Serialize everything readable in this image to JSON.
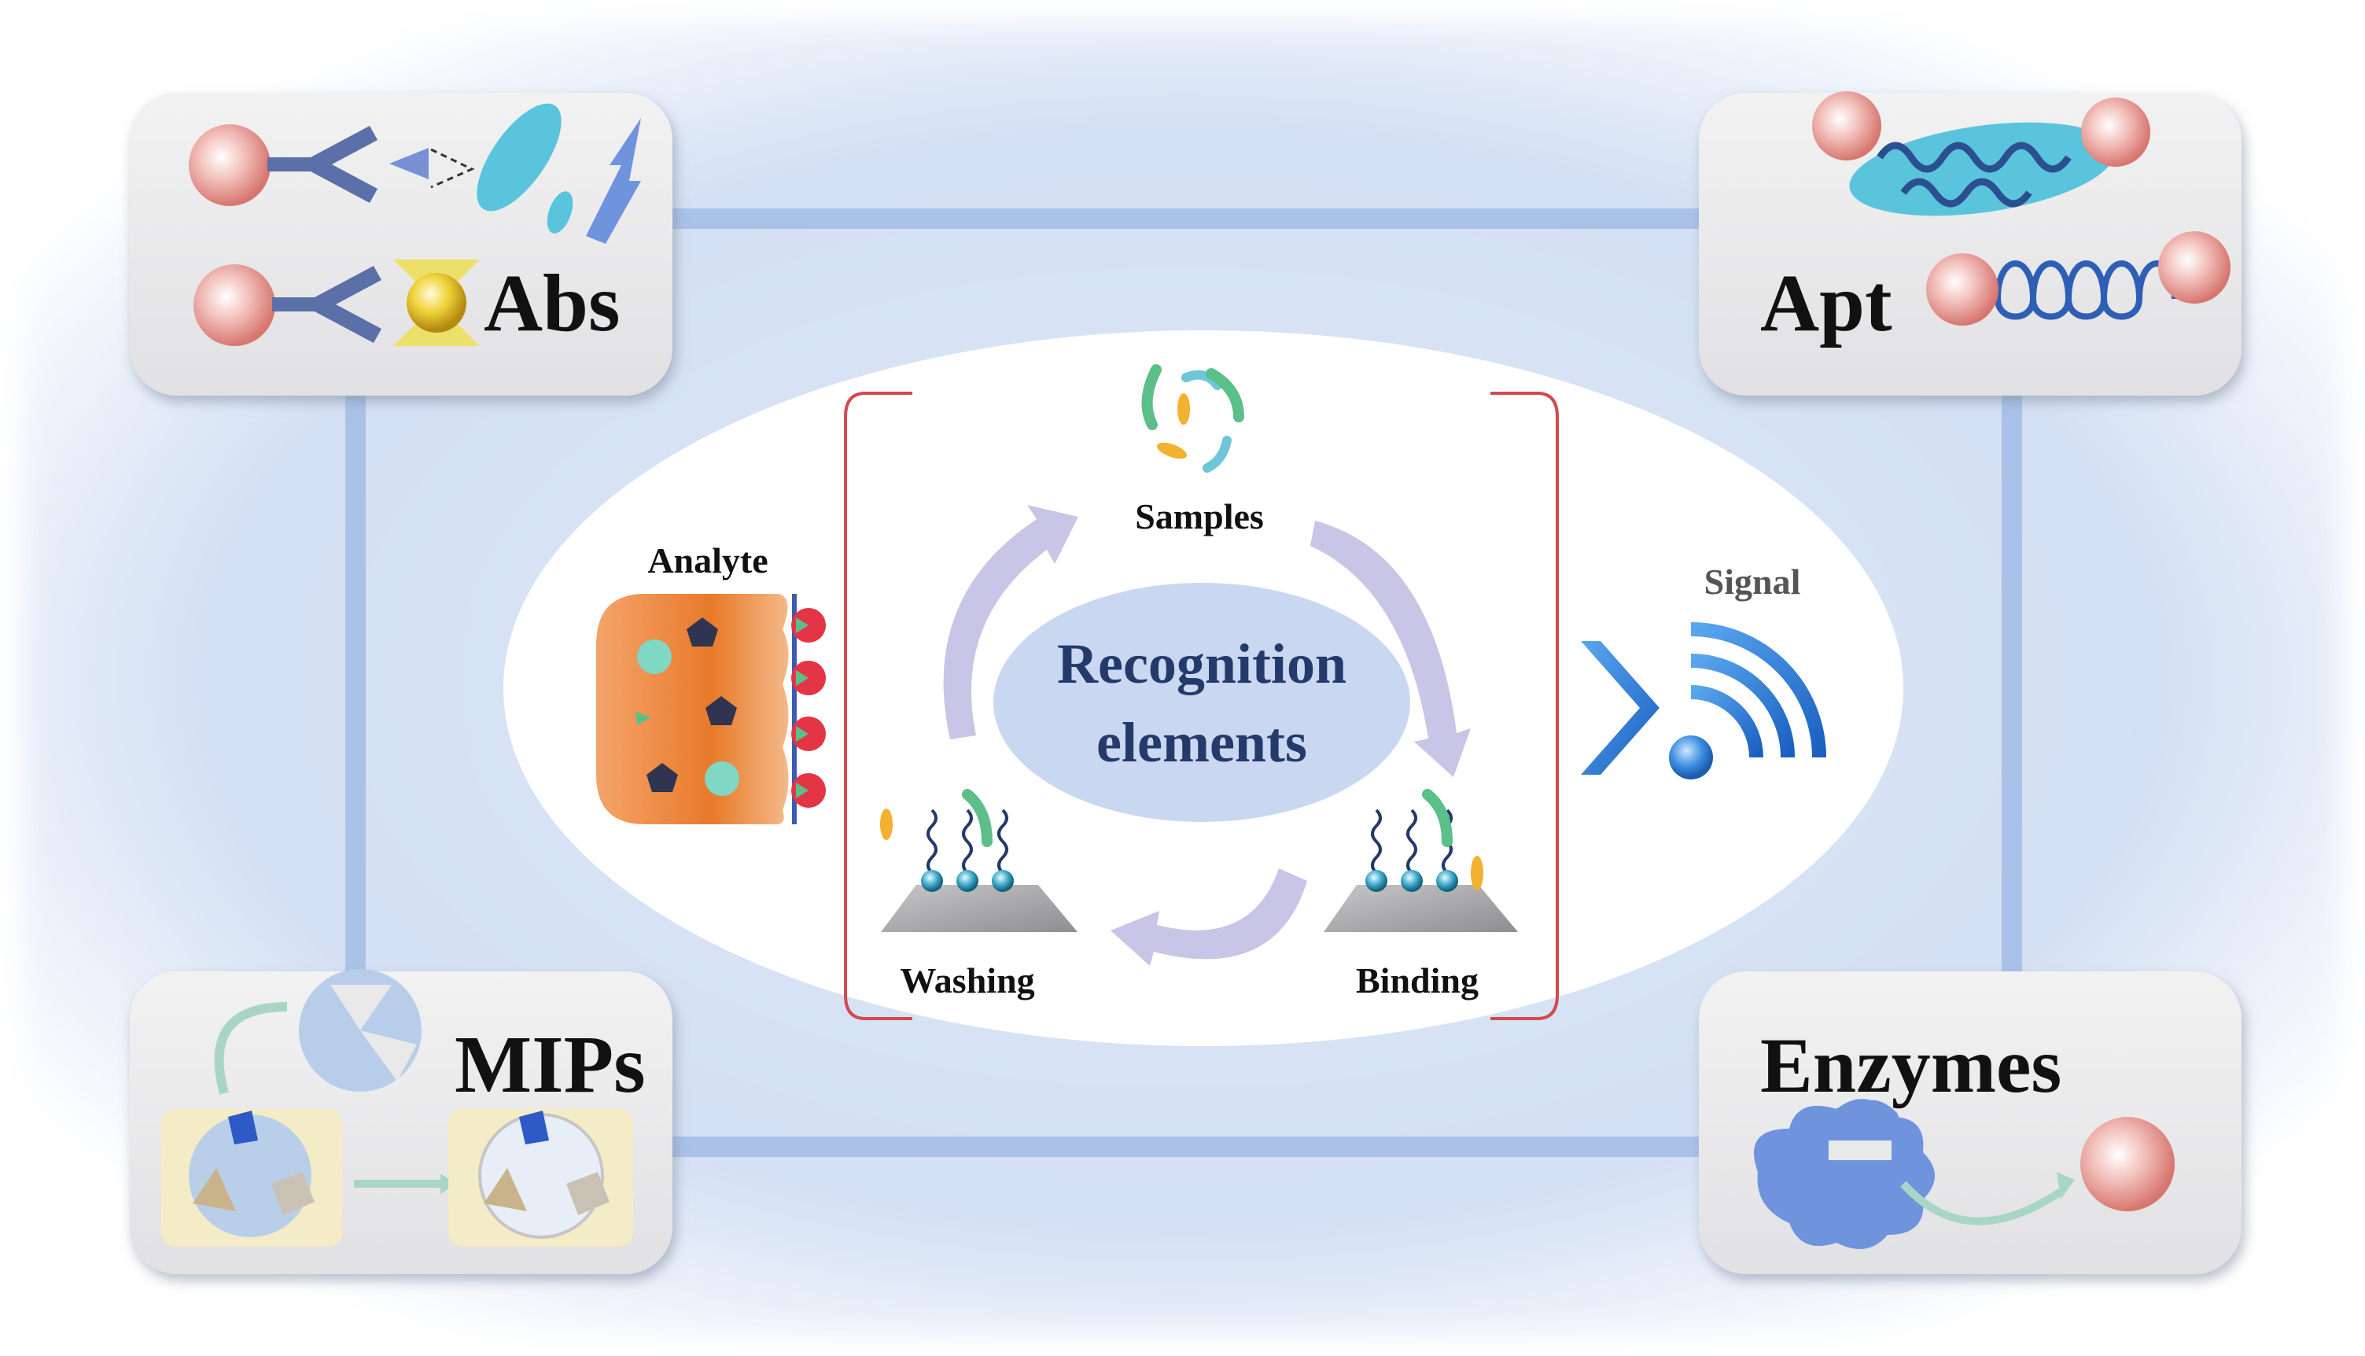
{
  "corners": {
    "abs": "Abs",
    "apt": "Apt",
    "mips": "MIPs",
    "enzymes": "Enzymes"
  },
  "center": {
    "title_line1": "Recognition",
    "title_line2": "elements",
    "samples": "Samples",
    "washing": "Washing",
    "binding": "Binding",
    "analyte": "Analyte",
    "signal": "Signal"
  },
  "colors": {
    "background_glow": "#c9d8ef",
    "frame_line": "#aac2e8",
    "card_fill": "#e9e9ea",
    "ellipse_fill": "#ffffff",
    "center_ellipse": "#c9d8f0",
    "title_text": "#243a6b",
    "bracket": "#d2494f",
    "analyte_orange": "#e97b2c",
    "signal_blue": "#2e7ad6",
    "cycle_arrow": "#c4c1e0"
  }
}
